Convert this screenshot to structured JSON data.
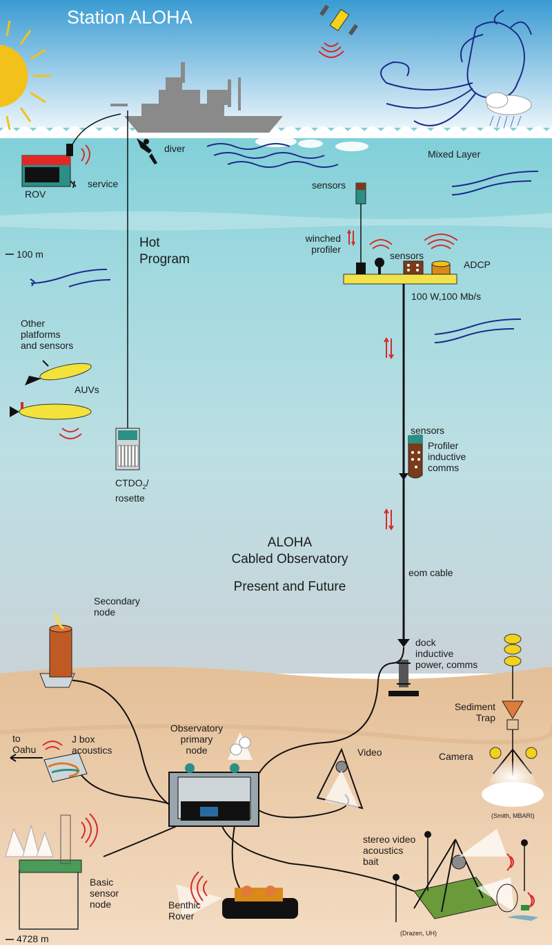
{
  "title": "Station ALOHA",
  "labels": {
    "diver": "diver",
    "service": "service",
    "rov": "ROV",
    "mixed_layer": "Mixed Layer",
    "sensors_top": "sensors",
    "hot_program": "Hot\nProgram",
    "winched_profiler": "winched\nprofiler",
    "sensors_platform": "sensors",
    "adcp": "ADCP",
    "depth_100": "100 m",
    "power_data": "100 W,100 Mb/s",
    "other_platforms": "Other\nplatforms\nand sensors",
    "auvs": "AUVs",
    "sensors_mid": "sensors",
    "profiler_comms": "Profiler\ninductive\ncomms",
    "ctdo2_prefix": "CTDO",
    "ctdo2_sub": "2",
    "ctdo2_suffix": "/\nrosette",
    "observatory_title": "ALOHA\nCabled Observatory",
    "present_future": "Present and Future",
    "eom_cable": "eom cable",
    "secondary_node": "Secondary\nnode",
    "dock": "dock\ninductive\npower, comms",
    "sediment_trap": "Sediment\nTrap",
    "to_oahu": "to\nOahu",
    "jbox": "J box\nacoustics",
    "primary_node": "Observatory\nprimary\nnode",
    "video": "Video",
    "camera": "Camera",
    "smith_credit": "(Smith, MBARI)",
    "stereo_video": "stereo video\nacoustics\nbait",
    "basic_sensor_node": "Basic\nsensor\nnode",
    "benthic_rover": "Benthic\nRover",
    "drazen_credit": "(Drazen, UH)",
    "depth_bottom": "4728 m"
  },
  "colors": {
    "sky_top": "#4aa8d8",
    "sky_bottom": "#e8f4fa",
    "ocean_top": "#8ed3dc",
    "ocean_deep": "#c6d6dc",
    "seafloor": "#e9c8a4",
    "current_arrow": "#1f2a8a",
    "acoustic_wave": "#d62a2a",
    "platform_yellow": "#f2e24a",
    "ship_gray": "#8a8a8a",
    "sun": "#f2c21a"
  }
}
